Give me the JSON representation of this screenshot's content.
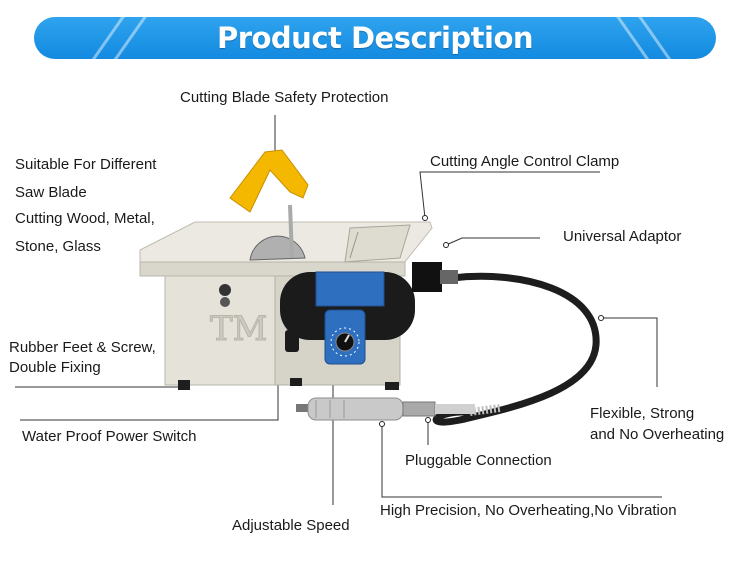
{
  "banner": {
    "title": "Product Description"
  },
  "brand_mark": "TM",
  "labels": {
    "blade_protection": "Cutting Blade Safety Protection",
    "saw_line1": "Suitable For Different",
    "saw_line2": "Saw Blade",
    "saw_line3": "Cutting Wood, Metal,",
    "saw_line4": "Stone, Glass",
    "angle_clamp": "Cutting Angle Control Clamp",
    "universal_adaptor": "Universal Adaptor",
    "feet_line1": "Rubber Feet & Screw,",
    "feet_line2": "Double Fixing",
    "flexible_line1": "Flexible, Strong",
    "flexible_line2": "and No Overheating",
    "power_switch": "Water Proof Power Switch",
    "pluggable": "Pluggable Connection",
    "high_precision": "High Precision, No Overheating,No Vibration",
    "adjustable_speed": "Adjustable Speed"
  },
  "colors": {
    "banner": "#1a8fe3",
    "body": "#e4e2d9",
    "table": "#ebe9e2",
    "guard": "#f5b800",
    "motor": "#1b1b1b",
    "panel": "#2f6fbf"
  }
}
